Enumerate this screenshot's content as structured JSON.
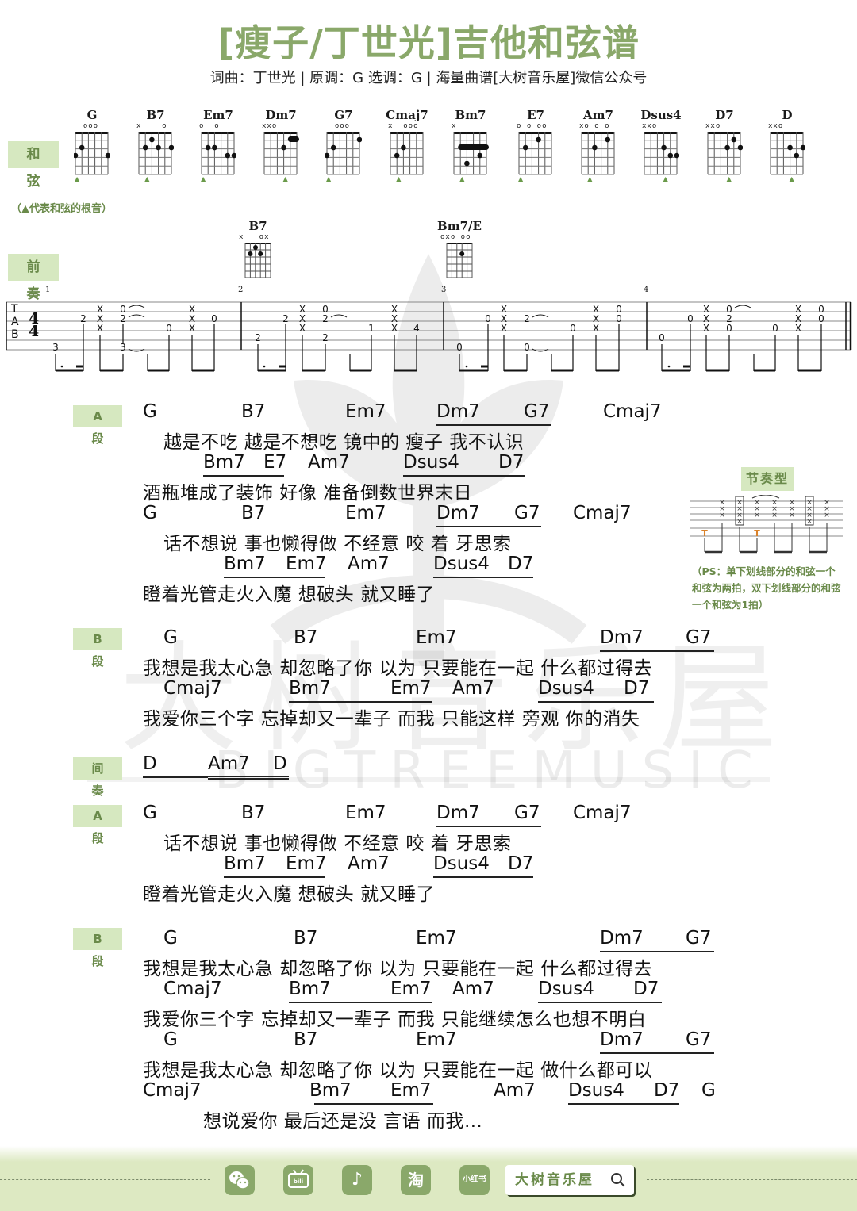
{
  "header": {
    "title": "[瘦子/丁世光]吉他和弦谱",
    "subtitle": "词曲：丁世光  |  原调：G  选调：G  |  海量曲谱[大树音乐屋]微信公众号"
  },
  "chords_section": {
    "label": "和 弦",
    "root_note_legend": "（▲代表和弦的根音）",
    "chords": [
      {
        "name": "G",
        "marks": "  ooo"
      },
      {
        "name": "B7",
        "marks": "x    o"
      },
      {
        "name": "Em7",
        "marks": "o  o"
      },
      {
        "name": "Dm7",
        "marks": "xxo"
      },
      {
        "name": "G7",
        "marks": "  ooo"
      },
      {
        "name": "Cmaj7",
        "marks": "x  ooo"
      },
      {
        "name": "Bm7",
        "marks": "x"
      },
      {
        "name": "E7",
        "marks": "o o oo"
      },
      {
        "name": "Am7",
        "marks": "xo o o"
      },
      {
        "name": "Dsus4",
        "marks": "xxo"
      },
      {
        "name": "D7",
        "marks": "xxo"
      },
      {
        "name": "D",
        "marks": "xxo"
      }
    ]
  },
  "intro": {
    "label": "前 奏",
    "chords": [
      {
        "name": "B7",
        "marks": "x   ox"
      },
      {
        "name": "Bm7/E",
        "marks": "oxo oo"
      }
    ],
    "time_signature": "4/4",
    "tab_clef": "TAB",
    "measure_numbers": [
      "1",
      "2",
      "3",
      "4"
    ]
  },
  "sections": [
    {
      "label": "A 段",
      "lines": [
        {
          "chords": [
            "G",
            "B7",
            "Em7",
            "Dm7",
            "G7",
            "Cmaj7"
          ],
          "lyric": "越是不吃  越是不想吃  镜中的    瘦子 我不认识"
        },
        {
          "chords": [
            "Bm7",
            "E7",
            "Am7",
            "Dsus4",
            "D7"
          ],
          "lyric": "酒瓶堆成了装饰 好像  准备倒数世界末日"
        },
        {
          "chords": [
            "G",
            "B7",
            "Em7",
            "Dm7",
            "G7",
            "Cmaj7"
          ],
          "lyric": "话不想说  事也懒得做  不经意    咬 着 牙思索"
        },
        {
          "chords": [
            "Bm7",
            "Em7",
            "Am7",
            "Dsus4",
            "D7"
          ],
          "lyric": "瞪着光管走火入魔    想破头 就又睡了"
        }
      ]
    },
    {
      "label": "B 段",
      "lines": [
        {
          "chords": [
            "G",
            "B7",
            "Em7",
            "Dm7",
            "G7"
          ],
          "lyric": "我想是我太心急 却忽略了你 以为 只要能在一起 什么都过得去"
        },
        {
          "chords": [
            "Cmaj7",
            "Bm7",
            "Em7",
            "Am7",
            "Dsus4",
            "D7"
          ],
          "lyric": "我爱你三个字 忘掉却又一辈子  而我  只能这样 旁观  你的消失"
        }
      ]
    },
    {
      "label": "间 奏",
      "lines": [
        {
          "chords": [
            "D",
            "Am7",
            "D"
          ],
          "lyric": ""
        }
      ]
    },
    {
      "label": "A 段",
      "lines": [
        {
          "chords": [
            "G",
            "B7",
            "Em7",
            "Dm7",
            "G7",
            "Cmaj7"
          ],
          "lyric": "话不想说  事也懒得做  不经意    咬 着 牙思索"
        },
        {
          "chords": [
            "Bm7",
            "Em7",
            "Am7",
            "Dsus4",
            "D7"
          ],
          "lyric": "瞪着光管走火入魔    想破头 就又睡了"
        }
      ]
    },
    {
      "label": "B 段",
      "lines": [
        {
          "chords": [
            "G",
            "B7",
            "Em7",
            "Dm7",
            "G7"
          ],
          "lyric": "我想是我太心急 却忽略了你 以为 只要能在一起 什么都过得去"
        },
        {
          "chords": [
            "Cmaj7",
            "Bm7",
            "Em7",
            "Am7",
            "Dsus4",
            "D7"
          ],
          "lyric": "我爱你三个字 忘掉却又一辈子  而我  只能继续怎么也想不明白"
        },
        {
          "chords": [
            "G",
            "B7",
            "Em7",
            "Dm7",
            "G7"
          ],
          "lyric": "我想是我太心急 却忽略了你 以为 只要能在一起 做什么都可以"
        },
        {
          "chords": [
            "Cmaj7",
            "Bm7",
            "Em7",
            "Am7",
            "Dsus4",
            "D7",
            "G"
          ],
          "lyric": "想说爱你 最后还是没    言语 而我…"
        }
      ]
    }
  ],
  "rhythm_pattern": {
    "label": "节奏型",
    "thumb_marker": "T",
    "note": "（PS：单下划线部分的和弦一个和弦为两拍，双下划线部分的和弦一个和弦为1拍）"
  },
  "watermark": {
    "cn": "大树音乐屋",
    "en": "BIGTREEMUSIC"
  },
  "footer": {
    "social": [
      {
        "icon": "wechat-icon",
        "glyph": "💬"
      },
      {
        "icon": "bilibili-icon",
        "glyph": "bili"
      },
      {
        "icon": "tiktok-icon",
        "glyph": "♪"
      },
      {
        "icon": "taobao-icon",
        "glyph": "淘"
      },
      {
        "icon": "xiaohongshu-icon",
        "glyph": "小红书"
      }
    ],
    "search_label": "大树音乐屋",
    "search_icon": "search-icon"
  },
  "colors": {
    "accent_green": "#8aa86a",
    "label_bg": "#d6e8c0",
    "label_text": "#6a8a4a",
    "thumb_orange": "#d9822b",
    "footer_bg": "#dde9c2"
  }
}
